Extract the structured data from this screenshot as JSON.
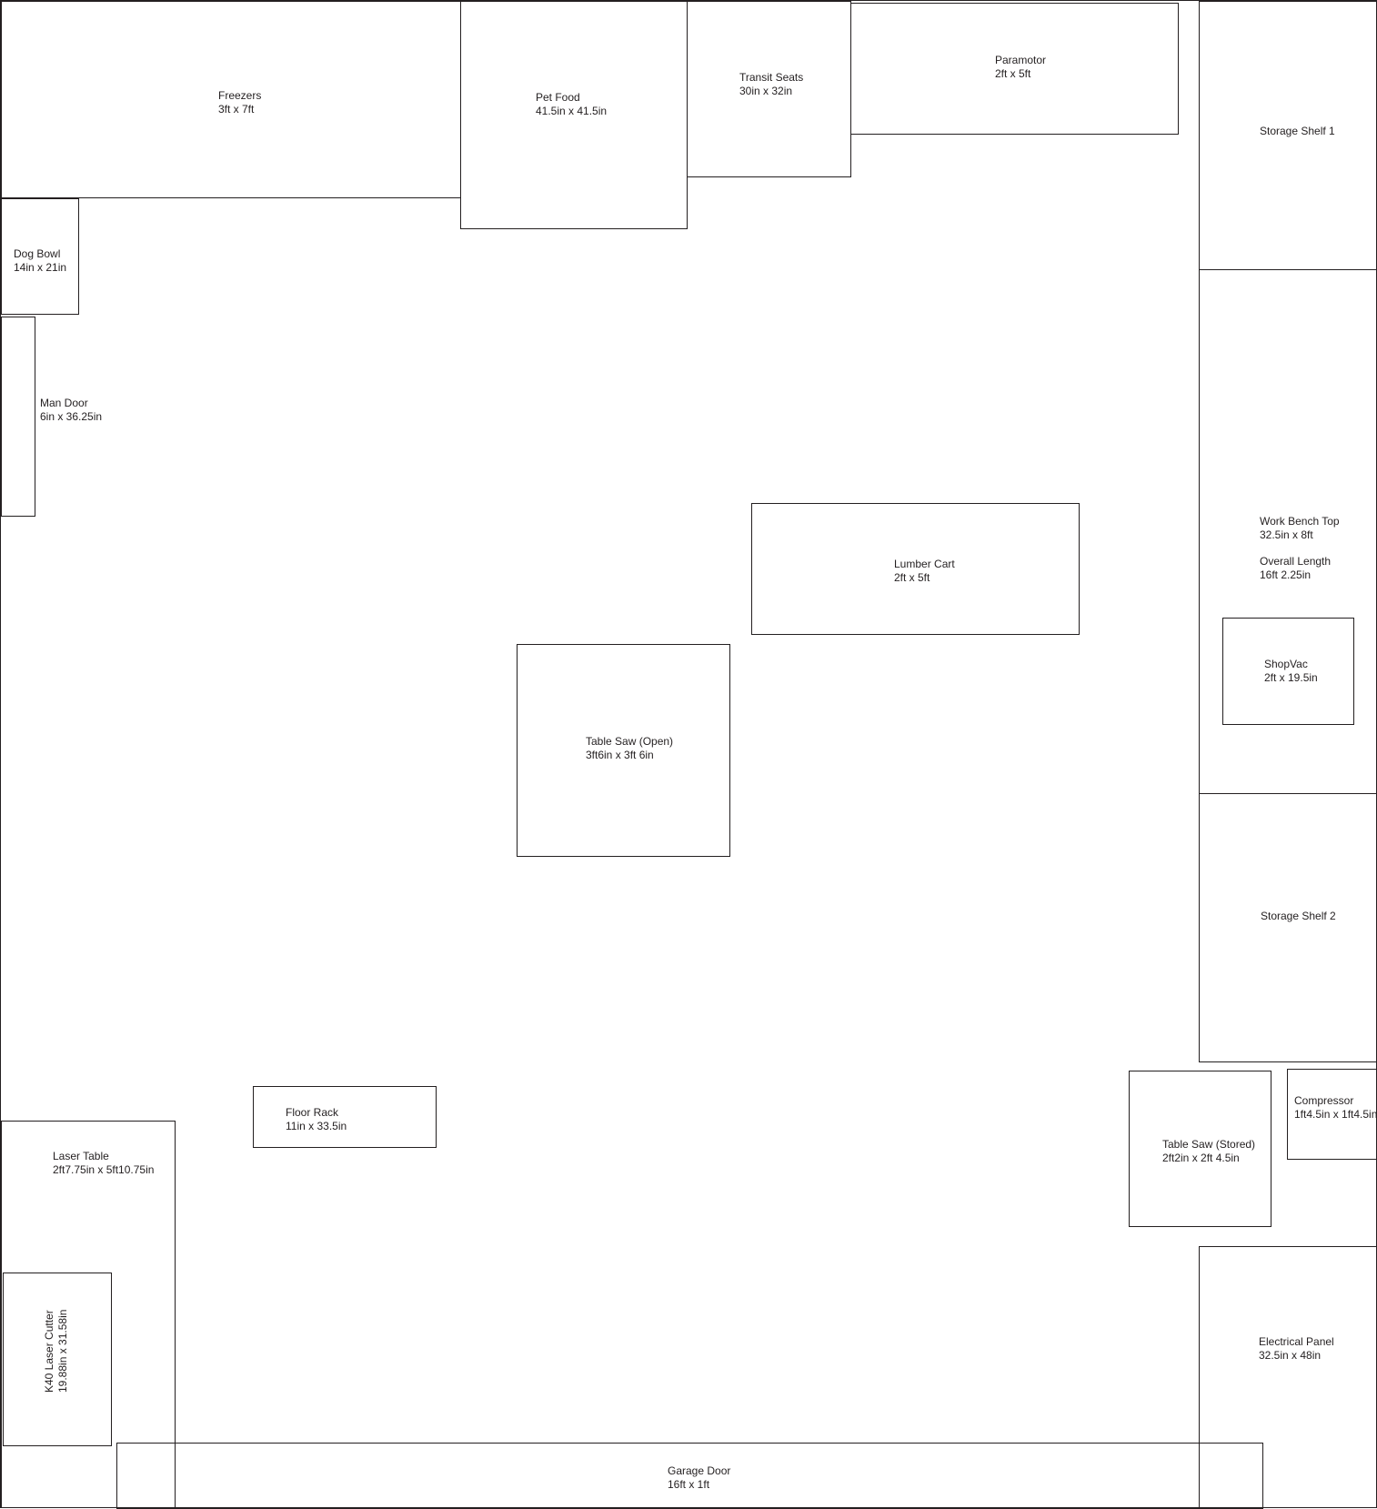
{
  "items": {
    "freezers": {
      "name": "Freezers",
      "size": "3ft x 7ft"
    },
    "pet_food": {
      "name": "Pet Food",
      "size": "41.5in x 41.5in"
    },
    "transit_seats": {
      "name": "Transit Seats",
      "size": "30in x 32in"
    },
    "paramotor": {
      "name": "Paramotor",
      "size": "2ft x 5ft"
    },
    "storage_shelf_1": {
      "name": "Storage Shelf 1"
    },
    "dog_bowl": {
      "name": "Dog Bowl",
      "size": "14in x 21in"
    },
    "man_door": {
      "name": "Man Door",
      "size": "6in x 36.25in"
    },
    "work_bench": {
      "name": "Work Bench Top",
      "size": "32.5in x 8ft",
      "overall_label": "Overall Length",
      "overall_size": "16ft 2.25in"
    },
    "lumber_cart": {
      "name": "Lumber Cart",
      "size": "2ft x 5ft"
    },
    "shopvac": {
      "name": "ShopVac",
      "size": "2ft x 19.5in"
    },
    "table_saw_open": {
      "name": "Table Saw (Open)",
      "size": "3ft6in x 3ft 6in"
    },
    "storage_shelf_2": {
      "name": "Storage Shelf 2"
    },
    "floor_rack": {
      "name": "Floor Rack",
      "size": "11in x  33.5in"
    },
    "laser_table": {
      "name": "Laser Table",
      "size": "2ft7.75in x 5ft10.75in"
    },
    "table_saw_stored": {
      "name": "Table Saw (Stored)",
      "size": "2ft2in x 2ft 4.5in"
    },
    "compressor": {
      "name": "Compressor",
      "size": "1ft4.5in x 1ft4.5in"
    },
    "k40_laser_cutter": {
      "name": "K40 Laser Cutter",
      "size": "19.88in x 31.58in"
    },
    "electrical_panel": {
      "name": "Electrical Panel",
      "size": "32.5in x 48in"
    },
    "garage_door": {
      "name": "Garage Door",
      "size": "16ft x 1ft"
    }
  }
}
